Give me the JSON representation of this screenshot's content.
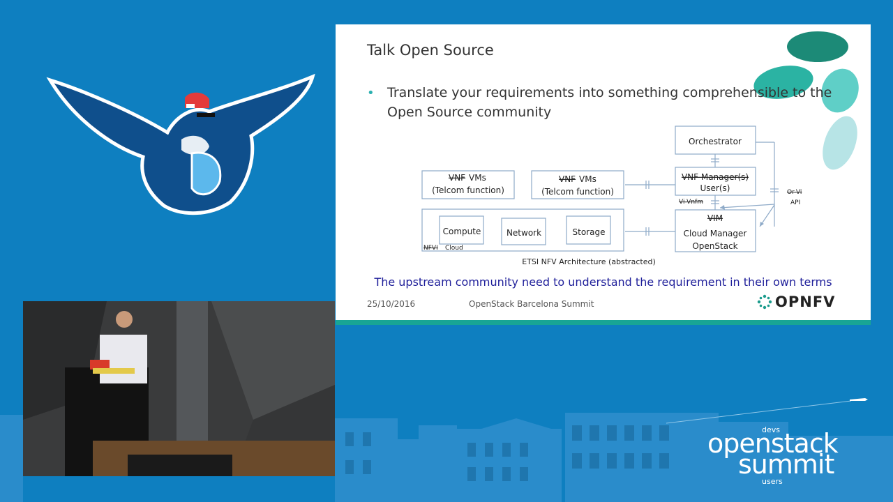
{
  "slide": {
    "title": "Talk Open Source",
    "bullet": "Translate your requirements into something comprehensible to the Open Source community",
    "statement": "The upstream community need to understand the requirement in their own terms",
    "footer_date": "25/10/2016",
    "footer_event": "OpenStack Barcelona Summit",
    "logo_text": "OPNFV"
  },
  "diagram": {
    "vnf1_strike": "VNF",
    "vnf1_rest": " VMs",
    "vnf1_sub": "(Telcom function)",
    "vnf2_strike": "VNF",
    "vnf2_rest": " VMs",
    "vnf2_sub": "(Telcom function)",
    "compute": "Compute",
    "network": "Network",
    "storage": "Storage",
    "nfvi": "NFVI",
    "cloud": "Cloud",
    "orchestrator": "Orchestrator",
    "vnfm_strike": "VNF Manager(s)",
    "vnfm_sub": "User(s)",
    "vi_vnfm": "Vi-Vnfm",
    "vim_strike": "VIM",
    "vim_line1": "Cloud Manager",
    "vim_line2": "OpenStack",
    "or_vi": "Or-Vi",
    "api": "API",
    "caption": "ETSI NFV Architecture (abstracted)"
  },
  "branding": {
    "devs": "devs",
    "line1": "openstack",
    "line2": "summit",
    "users": "users"
  },
  "colors": {
    "background": "#0e7fc0",
    "slide_accent": "#18a595",
    "statement": "#1f1f9a",
    "box_border": "#8eaac8"
  }
}
